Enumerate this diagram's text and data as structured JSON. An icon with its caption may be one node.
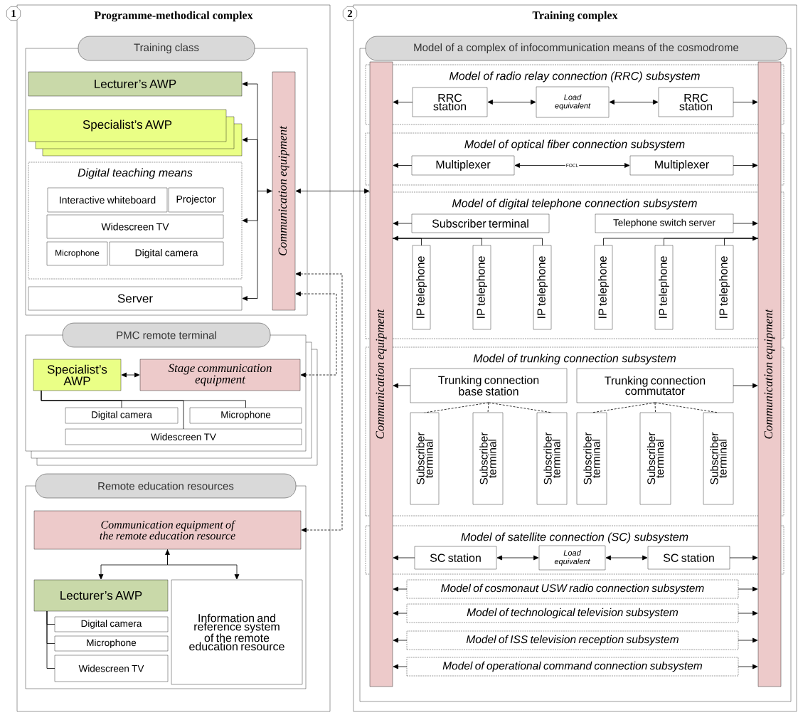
{
  "diagram": {
    "nodes": [
      {
        "text": [
          "Programme-methodical complex"
        ],
        "beside": [
          "1"
        ]
      },
      {
        "text": [
          "Training class"
        ],
        "in": 0
      },
      {
        "text": [
          "Lecturer’s AWP"
        ],
        "in": 1
      },
      {
        "text": [
          "Specialist’s AWP"
        ],
        "in": 1
      },
      {
        "text": [
          "Digital teaching means"
        ],
        "in": 1
      },
      {
        "text": [
          "Interactive whiteboard"
        ],
        "in": 4
      },
      {
        "text": [
          "Projector"
        ],
        "in": 4
      },
      {
        "text": [
          "Widescreen TV"
        ],
        "in": 4
      },
      {
        "text": [
          "Microphone"
        ],
        "in": 4
      },
      {
        "text": [
          "Digital camera"
        ],
        "in": 4
      },
      {
        "text": [
          "Server"
        ],
        "in": 1
      },
      {
        "text": [
          "Communication equipment"
        ],
        "in": 1
      },
      {
        "text": [
          "PMC remote terminal"
        ],
        "in": 0
      },
      {
        "text": [
          "Specialist’s AWP"
        ],
        "in": 12
      },
      {
        "text": [
          "Stage communication equipment"
        ],
        "in": 12
      },
      {
        "text": [
          "Digital camera"
        ],
        "in": 12
      },
      {
        "text": [
          "Microphone"
        ],
        "in": 12
      },
      {
        "text": [
          "Widescreen TV"
        ],
        "in": 12
      },
      {
        "text": [
          "Remote education resources"
        ],
        "in": 0
      },
      {
        "text": [
          "Communication equipment of the remote education resource"
        ],
        "in": 18
      },
      {
        "text": [
          "Lecturer’s AWP"
        ],
        "in": 18
      },
      {
        "text": [
          "Information and reference system of the remote education resource"
        ],
        "in": 18
      },
      {
        "text": [
          "Digital camera"
        ],
        "in": 18
      },
      {
        "text": [
          "Microphone"
        ],
        "in": 18
      },
      {
        "text": [
          "Widescreen TV"
        ],
        "in": 18
      },
      {
        "text": [
          "Training complex"
        ],
        "beside": [
          "2"
        ]
      },
      {
        "text": [
          "Model of a complex of infocommunication means of the cosmodrome"
        ],
        "in": 25
      },
      {
        "text": [
          "Communication equipment"
        ],
        "in": 26
      },
      {
        "text": [
          "Communication equipment"
        ],
        "in": 26
      },
      {
        "text": [
          "Model of radio relay connection (RRC) subsystem"
        ],
        "in": 26
      },
      {
        "text": [
          "RRC station"
        ],
        "in": 29
      },
      {
        "text": [
          "Load equivalent"
        ],
        "in": 29
      },
      {
        "text": [
          "RRC station"
        ],
        "in": 29
      },
      {
        "text": [
          "Model of optical fiber connection subsystem"
        ],
        "in": 26
      },
      {
        "text": [
          "Multiplexer"
        ],
        "in": 33
      },
      {
        "text": [
          "Multiplexer"
        ],
        "in": 33
      },
      {
        "text": [
          "Model of digital telephone connection subsystem"
        ],
        "in": 26
      },
      {
        "text": [
          "Subscriber terminal"
        ],
        "in": 36
      },
      {
        "text": [
          "Telephone switch server"
        ],
        "in": 36
      },
      {
        "text": [
          "IP telephone"
        ],
        "in": 36
      },
      {
        "text": [
          "IP telephone"
        ],
        "in": 36
      },
      {
        "text": [
          "IP telephone"
        ],
        "in": 36
      },
      {
        "text": [
          "IP telephone"
        ],
        "in": 36
      },
      {
        "text": [
          "IP telephone"
        ],
        "in": 36
      },
      {
        "text": [
          "IP telephone"
        ],
        "in": 36
      },
      {
        "text": [
          "Model of trunking connection subsystem"
        ],
        "in": 26
      },
      {
        "text": [
          "Trunking connection base station"
        ],
        "in": 45
      },
      {
        "text": [
          "Trunking connection commutator"
        ],
        "in": 45
      },
      {
        "text": [
          "Subscriber terminal"
        ],
        "in": 45
      },
      {
        "text": [
          "Subscriber terminal"
        ],
        "in": 45
      },
      {
        "text": [
          "Subscriber terminal"
        ],
        "in": 45
      },
      {
        "text": [
          "Subscriber terminal"
        ],
        "in": 45
      },
      {
        "text": [
          "Subscriber terminal"
        ],
        "in": 45
      },
      {
        "text": [
          "Subscriber terminal"
        ],
        "in": 45
      },
      {
        "text": [
          "Model of satellite connection (SC) subsystem"
        ],
        "in": 26
      },
      {
        "text": [
          "SC station"
        ],
        "in": 54
      },
      {
        "text": [
          "Load equivalent"
        ],
        "in": 54
      },
      {
        "text": [
          "SC station"
        ],
        "in": 54
      },
      {
        "text": [
          "Model of cosmonaut USW radio connection subsystem"
        ],
        "in": 26
      },
      {
        "text": [
          "Model of technological television subsystem"
        ],
        "in": 26
      },
      {
        "text": [
          "Model of ISS television reception subsystem"
        ],
        "in": 26
      },
      {
        "text": [
          "Model of operational command connection subsystem"
        ],
        "in": 26
      }
    ],
    "edges": [
      {
        "from": 11,
        "to": 2,
        "arrow": "to"
      },
      {
        "from": 11,
        "to": 3,
        "arrow": "to"
      },
      {
        "from": 11,
        "to": 4,
        "arrow": "both"
      },
      {
        "from": 11,
        "to": 10,
        "arrow": "to"
      },
      {
        "from": 11,
        "to": 27,
        "arrow": "both"
      },
      {
        "from": 11,
        "to": 14,
        "arrow": "both",
        "style": "dashed"
      },
      {
        "from": 11,
        "to": 19,
        "arrow": "both",
        "style": "dashed"
      },
      {
        "from": 13,
        "to": 14,
        "arrow": "both"
      },
      {
        "from": 13,
        "to": 15,
        "arrow": "none"
      },
      {
        "from": 13,
        "to": 16,
        "arrow": "none"
      },
      {
        "from": 13,
        "to": 17,
        "arrow": "none"
      },
      {
        "from": 19,
        "to": 20,
        "arrow": "both"
      },
      {
        "from": 19,
        "to": 21,
        "arrow": "to"
      },
      {
        "from": 20,
        "to": 22,
        "arrow": "none"
      },
      {
        "from": 20,
        "to": 23,
        "arrow": "none"
      },
      {
        "from": 20,
        "to": 24,
        "arrow": "none"
      },
      {
        "from": 30,
        "to": 27,
        "arrow": "to"
      },
      {
        "from": 30,
        "to": 31,
        "arrow": "both"
      },
      {
        "from": 31,
        "to": 32,
        "arrow": "both"
      },
      {
        "from": 32,
        "to": 28,
        "arrow": "to"
      },
      {
        "from": 34,
        "to": 27,
        "arrow": "to"
      },
      {
        "from": 34,
        "to": 35,
        "arrow": "both",
        "label": "FOCL"
      },
      {
        "from": 35,
        "to": 28,
        "arrow": "to"
      },
      {
        "from": 37,
        "to": 27,
        "arrow": "to"
      },
      {
        "from": 38,
        "to": 28,
        "arrow": "to"
      },
      {
        "from": 39,
        "to": 27,
        "arrow": "to"
      },
      {
        "from": 40,
        "to": 27,
        "arrow": "none"
      },
      {
        "from": 41,
        "to": 27,
        "arrow": "none"
      },
      {
        "from": 42,
        "to": 28,
        "arrow": "to"
      },
      {
        "from": 43,
        "to": 28,
        "arrow": "none"
      },
      {
        "from": 44,
        "to": 28,
        "arrow": "none"
      },
      {
        "from": 46,
        "to": 27,
        "arrow": "to"
      },
      {
        "from": 47,
        "to": 28,
        "arrow": "to"
      },
      {
        "from": 46,
        "to": 48,
        "arrow": "none",
        "style": "dashed"
      },
      {
        "from": 46,
        "to": 49,
        "arrow": "none",
        "style": "dashed"
      },
      {
        "from": 46,
        "to": 50,
        "arrow": "none",
        "style": "dashed"
      },
      {
        "from": 47,
        "to": 51,
        "arrow": "none",
        "style": "dashed"
      },
      {
        "from": 47,
        "to": 52,
        "arrow": "none",
        "style": "dashed"
      },
      {
        "from": 47,
        "to": 53,
        "arrow": "none",
        "style": "dashed"
      },
      {
        "from": 55,
        "to": 27,
        "arrow": "to"
      },
      {
        "from": 55,
        "to": 56,
        "arrow": "both"
      },
      {
        "from": 56,
        "to": 57,
        "arrow": "both"
      },
      {
        "from": 57,
        "to": 28,
        "arrow": "to"
      },
      {
        "from": 58,
        "to": 27,
        "arrow": "to"
      },
      {
        "from": 58,
        "to": 28,
        "arrow": "to"
      },
      {
        "from": 59,
        "to": 27,
        "arrow": "to"
      },
      {
        "from": 59,
        "to": 28,
        "arrow": "to"
      },
      {
        "from": 60,
        "to": 27,
        "arrow": "to"
      },
      {
        "from": 60,
        "to": 28,
        "arrow": "to"
      },
      {
        "from": 61,
        "to": 27,
        "arrow": "to"
      },
      {
        "from": 61,
        "to": 28,
        "arrow": "to"
      }
    ]
  }
}
